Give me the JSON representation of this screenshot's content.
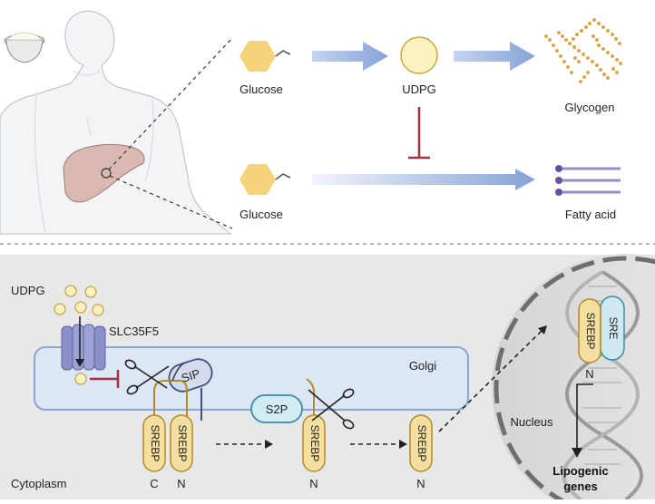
{
  "top": {
    "glucose_label_1": "Glucose",
    "udpg_label": "UDPG",
    "glycogen_label": "Glycogen",
    "glucose_label_2": "Glucose",
    "fatty_acid_label": "Fatty acid"
  },
  "bottom": {
    "udpg_label": "UDPG",
    "transporter_label": "SLC35F5",
    "golgi_label": "Golgi",
    "sip_label": "SIP",
    "s2p_label": "S2P",
    "srebp_label": "SREBP",
    "sre_label": "SRE",
    "c_terminal": "C",
    "n_terminal": "N",
    "nucleus_label": "Nucleus",
    "cytoplasm_label": "Cytoplasm",
    "lipogenic_line1": "Lipogenic",
    "lipogenic_line2": "genes"
  },
  "colors": {
    "glucose_fill": "#f5d37a",
    "udpg_fill": "#fbf2c1",
    "arrow_blue": "#8ea9d8",
    "inhibit_red": "#a3313a",
    "golgi_fill": "#dde6f5",
    "srebp_fill": "#f5dfa0",
    "s2p_fill": "#d2ecf3",
    "sip_fill": "#d5dcef",
    "transporter_fill": "#8a8fc9",
    "panel_gray": "#e8e8e8",
    "nucleus_gray": "#dcdcdc"
  }
}
